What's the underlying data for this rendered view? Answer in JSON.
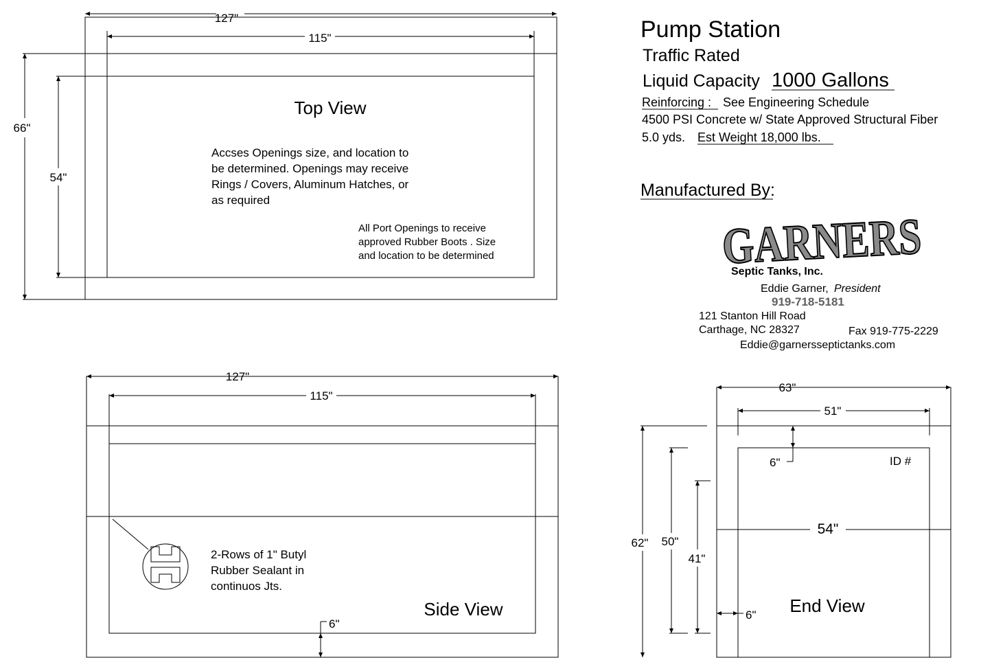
{
  "header": {
    "title": "Pump Station",
    "subtitle": "Traffic Rated",
    "capacity_label": "Liquid Capacity",
    "capacity_value": "1000 Gallons",
    "reinforcing_label": "Reinforcing :",
    "reinforcing_value": "See Engineering Schedule",
    "concrete": "4500 PSI Concrete w/ State Approved Structural Fiber",
    "yards": "5.0 yds.",
    "weight": "Est Weight 18,000 lbs."
  },
  "manufacturer": {
    "label": "Manufactured By:",
    "logo_text": "GARNERS",
    "company": "Septic Tanks, Inc.",
    "contact_name": "Eddie Garner,",
    "contact_role": "President",
    "phone": "919-718-5181",
    "address1": "121 Stanton Hill Road",
    "address2": "Carthage, NC 28327",
    "fax": "Fax 919-775-2229",
    "email": "Eddie@garnersseptictanks.com"
  },
  "top_view": {
    "title": "Top View",
    "dims": {
      "outer_width": "127\"",
      "inner_width": "115\"",
      "outer_height": "66\"",
      "inner_height": "54\""
    },
    "note_access": [
      "Accses Openings size, and location to",
      "be determined. Openings may receive",
      "Rings / Covers, Aluminum Hatches, or",
      "as required"
    ],
    "note_ports": [
      "All Port Openings to receive",
      "approved Rubber Boots . Size",
      "and location to be determined"
    ]
  },
  "side_view": {
    "title": "Side View",
    "dims": {
      "outer_width": "127\"",
      "inner_width": "115\"",
      "wall": "6\""
    },
    "note_sealant": [
      "2-Rows of 1\" Butyl",
      "Rubber Sealant in",
      "continuos Jts."
    ]
  },
  "end_view": {
    "title": "End View",
    "id_label": "ID #",
    "dims": {
      "outer_width": "63\"",
      "inner_width": "51\"",
      "top_wall": "6\"",
      "side_wall": "6\"",
      "mid_height": "54\"",
      "outer_height": "62\"",
      "inner_height": "50\"",
      "lower_height": "41\""
    }
  }
}
